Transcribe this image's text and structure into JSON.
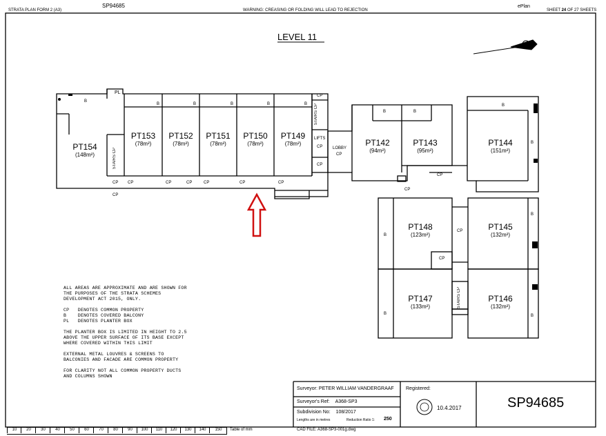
{
  "header": {
    "form": "STRATA PLAN FORM 2 (A3)",
    "plan_number_top": "SP94685",
    "warning": "WARNING: CREASING OR FOLDING WILL LEAD TO REJECTION",
    "eplan": "ePlan",
    "sheet_prefix": "SHEET",
    "sheet_num": "24",
    "sheet_suffix": "OF 27 SHEETS"
  },
  "title": "LEVEL 11",
  "units": [
    {
      "id": "PT154",
      "area": "(148m²)"
    },
    {
      "id": "PT153",
      "area": "(78m²)"
    },
    {
      "id": "PT152",
      "area": "(78m²)"
    },
    {
      "id": "PT151",
      "area": "(78m²)"
    },
    {
      "id": "PT150",
      "area": "(78m²)"
    },
    {
      "id": "PT149",
      "area": "(78m²)"
    },
    {
      "id": "PT142",
      "area": "(94m²)"
    },
    {
      "id": "PT143",
      "area": "(95m²)"
    },
    {
      "id": "PT144",
      "area": "(151m²)"
    },
    {
      "id": "PT148",
      "area": "(123m²)"
    },
    {
      "id": "PT145",
      "area": "(132m²)"
    },
    {
      "id": "PT147",
      "area": "(133m²)"
    },
    {
      "id": "PT146",
      "area": "(132m²)"
    }
  ],
  "labels": {
    "cp": "CP",
    "b": "B",
    "pl": "PL",
    "stairs": "STAIRS",
    "lifts": "LIFTS",
    "lobby": "LOBBY"
  },
  "notes": {
    "line1": "ALL AREAS ARE APPROXIMATE AND ARE SHOWN FOR",
    "line2": "THE PURPOSES OF THE STRATA SCHEMES",
    "line3": "DEVELOPMENT ACT 2015, ONLY.",
    "cp_def": "CP   DENOTES COMMON PROPERTY",
    "b_def": "B    DENOTES COVERED BALCONY",
    "pl_def": "PL   DENOTES PLANTER BOX",
    "planter1": "THE PLANTER BOX IS LIMITED IN HEIGHT TO 2.5",
    "planter2": "ABOVE THE UPPER SURFACE OF ITS BASE EXCEPT",
    "planter3": "WHERE COVERED WITHIN THIS LIMIT",
    "ext1": "EXTERNAL METAL LOUVRES & SCREENS TO",
    "ext2": "BALCONIES AND FACADE ARE COMMON PROPERTY",
    "clar1": "FOR CLARITY NOT ALL COMMON PROPERTY DUCTS",
    "clar2": "AND COLUMNS SHOWN"
  },
  "titleblock": {
    "surveyor_label": "Surveyor:",
    "surveyor": "PETER WILLIAM VANDERGRAAF",
    "ref_label": "Surveyor's Ref:",
    "ref": "A368-SP3",
    "subdivision_label": "Subdivision No:",
    "subdivision": "108/2017",
    "lengths": "Lengths are in metres",
    "reduction_label": "Reduction Ratio 1:",
    "reduction": "250",
    "registered_label": "Registered:",
    "date": "10.4.2017",
    "plan_number": "SP94685",
    "cad_label": "CAD FILE:",
    "cad": "A368-SP3-001g.dwg"
  },
  "ruler": {
    "ticks": [
      "10",
      "20",
      "30",
      "40",
      "50",
      "60",
      "70",
      "80",
      "90",
      "100",
      "110",
      "120",
      "130",
      "140",
      "150"
    ],
    "label": "Table of mm"
  }
}
